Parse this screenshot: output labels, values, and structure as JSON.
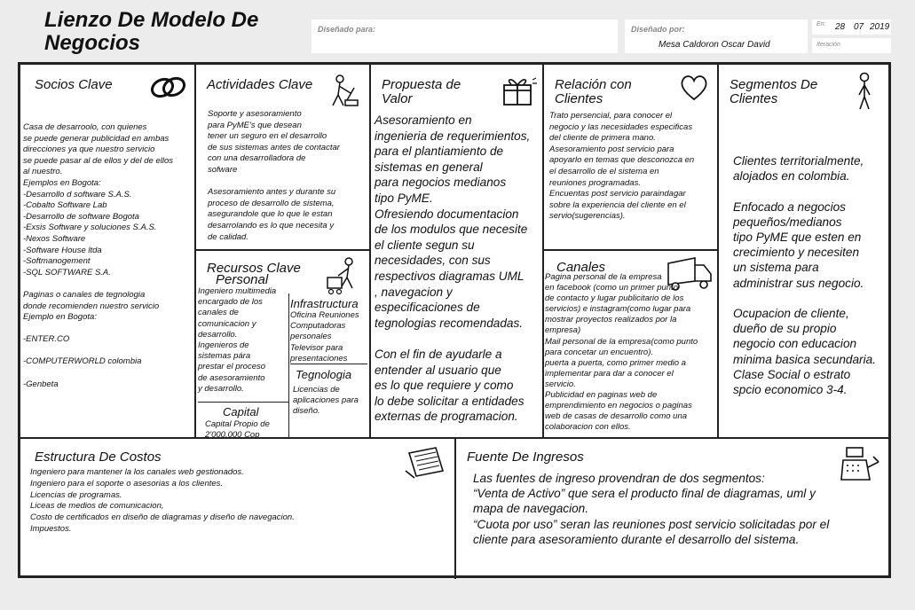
{
  "header": {
    "title": "Lienzo De Modelo De Negocios",
    "designed_for_label": "Diseñado para:",
    "designed_by_label": "Diseñado por:",
    "designer": "Mesa Caldoron Oscar David",
    "date_label": "En:",
    "day": "28",
    "month": "07",
    "year": "2019",
    "iteration_label": "Iteración"
  },
  "socios": {
    "title": "Socios Clave",
    "body": "Casa de desarroolo, con quienes\nse puede generar publicidad en ambas\ndirecciones ya que  nuestro servicio\nse puede pasar al de ellos y del de ellos\n al nuestro.\nEjemplos en Bogota:\n-Desarrollo d software S.A.S.\n-Cobalto Software Lab\n-Desarrollo de software Bogota\n-Exsis Software y soluciones S.A.S.\n-Nexos Software\n-Software House ltda\n-Softmanogement\n-SQL SOFTWARE S.A.\n\nPaginas o canales de tegnologia\n donde  recomienden nuestro servicio\nEjemplo en Bogota:\n\n-ENTER.CO\n\n-COMPUTERWORLD colombia\n\n-Genbeta"
  },
  "actividades": {
    "title": "Actividades Clave",
    "body": "Soporte y asesoramiento\npara PyME's que desean\ntener un seguro en el desarrollo\nde sus sistemas antes de contactar\ncon una desarrolladora de\nsofware\n\nAsesoramiento antes y durante su\nproceso de desarrollo de sistema,\nasegurandole que lo que le estan\ndesarrolando es lo que necesita y\nde calidad."
  },
  "recursos": {
    "title": "Recursos Clave",
    "subtitle": "Personal",
    "personal": "Ingeniero multimedia\n encargado de los\ncanales de\ncomunicacion y\ndesarrollo.\n Ingenieros de\nsistemas pára\nprestar el proceso\nde asesoramiento\ny desarrollo.",
    "infra_title": "Infrastructura",
    "infra": "Oficina Reuniones\nComputadoras\npersonales\nTelevisor para\npresentaciones",
    "tech_title": "Tegnologia",
    "tech": "Licencias de\naplicaciones para\ndiseño.",
    "capital_title": "Capital",
    "capital": "Capital Propio de\n2'000.000 Cop"
  },
  "propuesta": {
    "title": "Propuesta de\nValor",
    "body": "Asesoramiento en\ningenieria de requerimientos,\npara el plantiamiento de\nsistemas en general\npara negocios medianos\ntipo PyME.\nOfresiendo documentacion\nde los modulos que necesite\nel cliente segun su\nnecesidades, con sus\nrespectivos diagramas UML\n, navegacion y\n especificaciones de\ntegnologias recomendadas.\n\nCon el fin de ayudarle a\nentender al usuario que\nes lo que requiere y como\nlo debe solicitar a entidades\nexternas de programacion."
  },
  "relacion": {
    "title": "Relación con\nClientes",
    "body": "Trato persencial, para conocer el\nnegocio y las necesidades especificas\n del cliente de primera mano.\nAsesoramiento post servicio para\napoyarlo en temas que desconozca en\n el desarrollo de el sistema en\n reuniones programadas.\nEncuentas post servicio paraindagar\nsobre la experiencia del cliente en el\nservio(sugerencias)."
  },
  "canales": {
    "title": "Canales",
    "body": "Pagina personal de la empresa\n en facebook (como un primer punto\nde contacto y lugar publicitario de los\n servicios) e instagram(como lugar para\n mostrar proyectos realizados por la\nempresa)\nMail personal de la empresa(como punto\npara concetar un encuentro).\npuerta a puerta, como primer medio a\nimplementar para dar a conocer el\n servicio.\nPublicidad en paginas web de\nemprendimiento en negocios o paginas\n web de casas de desarrollo como una\ncolaboracion con ellos."
  },
  "segmentos": {
    "title": "Segmentos De\nClientes",
    "body": "Clientes territorialmente,\nalojados en colombia.\n\nEnfocado a negocios\npequeños/medianos\ntipo PyME que esten en\ncrecimiento y necesiten\nun sistema para\nadministrar sus negocio.\n\nOcupacion de cliente,\ndueño de su propio\nnegocio con educacion\nminima basica secundaria.\nClase Social o estrato\nspcio economico 3-4."
  },
  "costos": {
    "title": "Estructura De Costos",
    "body": "Ingeniero para mantener la los canales web gestionados.\n Ingeniero para el soporte o asesorias a los clientes.\nLicencias de programas.\nLiceas de medios de comunicacion,\nCosto de certificados en diseño de diagramas y diseño de  navegacion.\nImpuestos."
  },
  "ingresos": {
    "title": "Fuente De Ingresos",
    "body": "Las fuentes  de ingreso provendran de dos segmentos:\n  “Venta de Activo” que sera el producto final de diagramas, uml y\nmapa de navegacion.\n“Cuota por uso” seran las  reuniones post servicio solicitadas por el\ncliente para asesoramiento durante el desarrollo del sistema."
  }
}
